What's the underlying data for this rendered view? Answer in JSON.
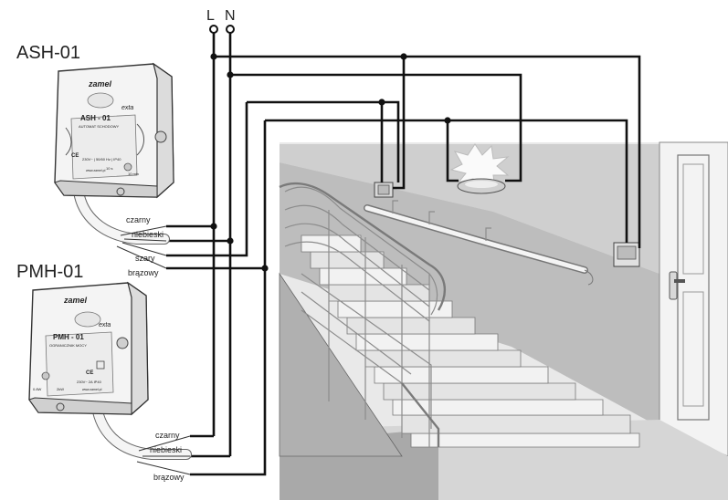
{
  "terminals": {
    "l": "L",
    "n": "N"
  },
  "devices": [
    {
      "model": "ASH-01",
      "brand": "zamel",
      "sub_brand": "exta",
      "panel_name": "ASH - 01",
      "panel_sub": "AUTOMAT SCHODOWY",
      "spec": "230V~ | 50/60 Hz | IP40",
      "scale_min": "10 s",
      "scale_max": "10 min",
      "web": "www.zamel.pl",
      "wires": [
        "czarny",
        "niebieski",
        "szary",
        "brązowy"
      ]
    },
    {
      "model": "PMH-01",
      "brand": "zamel",
      "sub_brand": "exta",
      "panel_name": "PMH - 01",
      "panel_sub": "OGRANICZNIK MOCY",
      "spec": "230V~  2A  IP40",
      "scale_min": "0.8W",
      "scale_max": "2kW",
      "web": "www.zamel.pl",
      "wires": [
        "czarny",
        "niebieski",
        "brązowy"
      ]
    }
  ]
}
